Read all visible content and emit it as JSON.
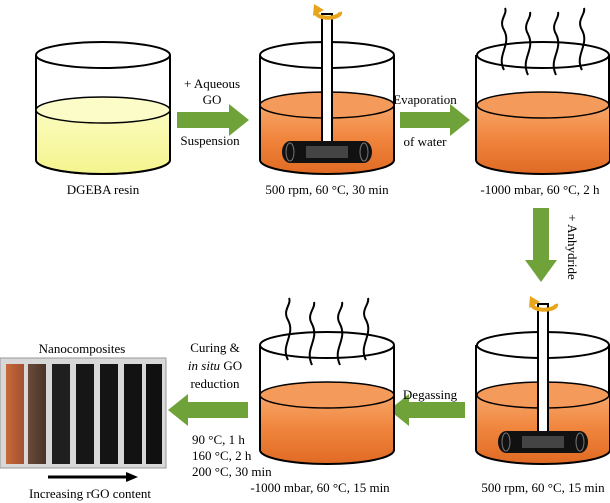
{
  "steps": {
    "beaker1": {
      "caption": "DGEBA resin"
    },
    "arrow1": {
      "line1": "+ Aqueous",
      "line2": "GO",
      "line3": "Suspension"
    },
    "beaker2": {
      "caption": "500 rpm, 60 °C, 30 min"
    },
    "arrow2": {
      "line1": "Evaporation",
      "line2": "of water"
    },
    "beaker3": {
      "caption": "-1000 mbar, 60 °C, 2 h"
    },
    "arrow3": {
      "label": "+ Anhydride"
    },
    "beaker4": {
      "caption": "500 rpm, 60 °C, 15 min"
    },
    "arrow4": {
      "label": "Degassing"
    },
    "beaker5": {
      "caption": "-1000 mbar, 60 °C, 15 min"
    },
    "arrow5": {
      "line1": "Curing &",
      "line2_italic": "in situ",
      "line2_rest": " GO",
      "line3": "reduction",
      "cond1": "90 °C, 1 h",
      "cond2": "160 °C, 2 h",
      "cond3": "200 °C, 30 min"
    },
    "photo": {
      "title": "Nanocomposites",
      "trend": "Increasing rGO content"
    }
  },
  "colors": {
    "resin": "#fafaa0",
    "mixture": "#f0843c",
    "arrow": "#6fa33a",
    "stirrer_arrow": "#e8a51c"
  },
  "icons": [
    "stirrer-icon",
    "rotation-arrow-icon",
    "vacuum-bubble-icon"
  ]
}
